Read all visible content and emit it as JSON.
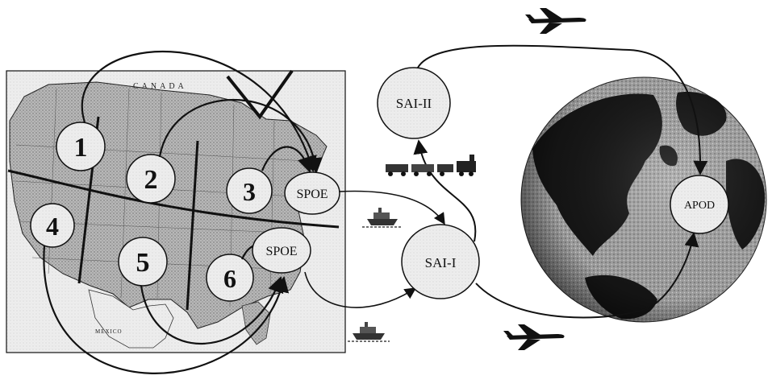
{
  "map": {
    "country_label": "CANADA",
    "south_label": "MEXICO"
  },
  "regions": [
    "1",
    "2",
    "3",
    "4",
    "5",
    "6"
  ],
  "nodes": {
    "spoe_east": "SPOE",
    "spoe_south": "SPOE",
    "sai_1": "SAI-I",
    "sai_2": "SAI-II",
    "apod": "APOD"
  },
  "icons": [
    "airplane-icon",
    "ship-icon",
    "train-icon"
  ],
  "colors": {
    "ink": "#111111",
    "map_land": "#8c8c8c",
    "node_fill": "#e6e6e6",
    "globe_ocean": "#9a9a9a",
    "globe_land": "#141414"
  }
}
